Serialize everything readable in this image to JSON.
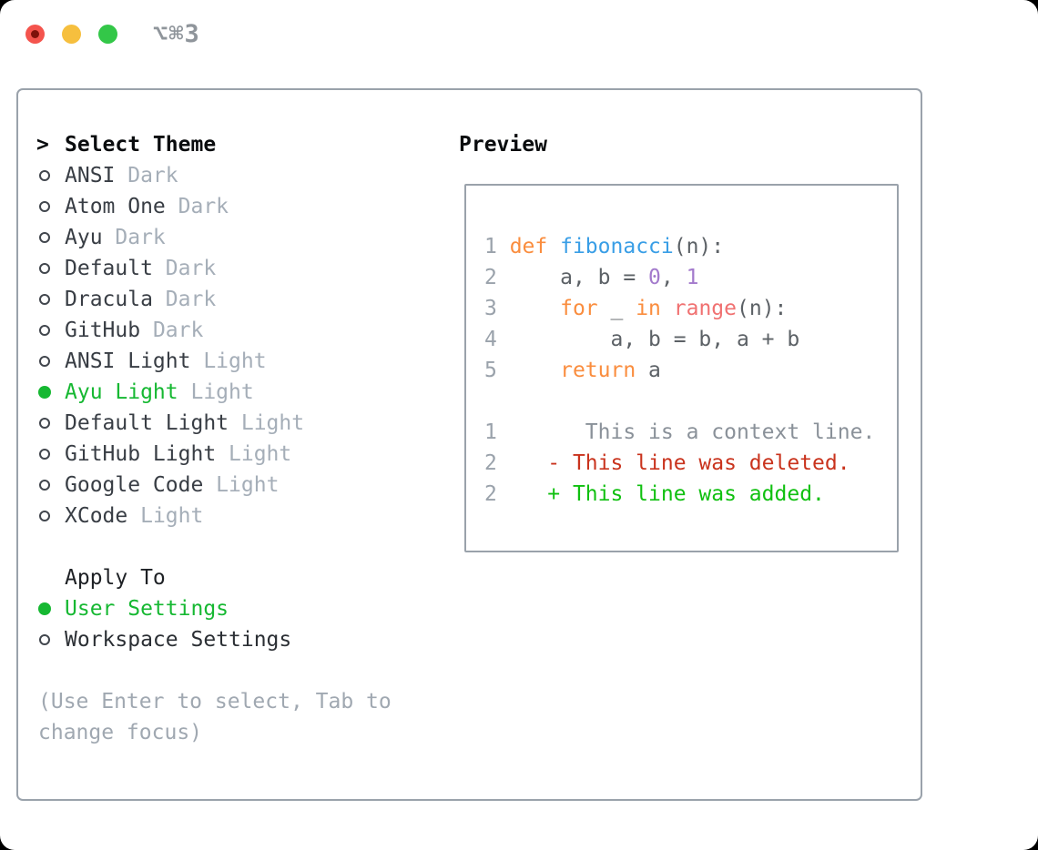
{
  "window": {
    "title": "⌥⌘3",
    "traffic_lights": [
      {
        "name": "close",
        "color": "#f4544d"
      },
      {
        "name": "minimize",
        "color": "#f6bf3e"
      },
      {
        "name": "zoom",
        "color": "#33c748"
      }
    ]
  },
  "theme_panel": {
    "prompt": ">",
    "header": "Select Theme",
    "items": [
      {
        "name": "ANSI",
        "variant": "Dark",
        "selected": false
      },
      {
        "name": "Atom One",
        "variant": "Dark",
        "selected": false
      },
      {
        "name": "Ayu",
        "variant": "Dark",
        "selected": false
      },
      {
        "name": "Default",
        "variant": "Dark",
        "selected": false
      },
      {
        "name": "Dracula",
        "variant": "Dark",
        "selected": false
      },
      {
        "name": "GitHub",
        "variant": "Dark",
        "selected": false
      },
      {
        "name": "ANSI Light",
        "variant": "Light",
        "selected": false
      },
      {
        "name": "Ayu Light",
        "variant": "Light",
        "selected": true
      },
      {
        "name": "Default Light",
        "variant": "Light",
        "selected": false
      },
      {
        "name": "GitHub Light",
        "variant": "Light",
        "selected": false
      },
      {
        "name": "Google Code",
        "variant": "Light",
        "selected": false
      },
      {
        "name": "XCode",
        "variant": "Light",
        "selected": false
      }
    ]
  },
  "apply_panel": {
    "header": "Apply To",
    "options": [
      {
        "name": "User Settings",
        "selected": true
      },
      {
        "name": "Workspace Settings",
        "selected": false
      }
    ]
  },
  "help_text": "(Use Enter to select, Tab to\nchange focus)",
  "preview": {
    "header": "Preview",
    "code_lines": [
      {
        "num": "1",
        "tokens": [
          [
            "def",
            "keyword"
          ],
          [
            " ",
            "plain"
          ],
          [
            "fibonacci",
            "function"
          ],
          [
            "(n):",
            "plain"
          ]
        ]
      },
      {
        "num": "2",
        "tokens": [
          [
            "    a, b = ",
            "plain"
          ],
          [
            "0",
            "number"
          ],
          [
            ", ",
            "plain"
          ],
          [
            "1",
            "number"
          ]
        ]
      },
      {
        "num": "3",
        "tokens": [
          [
            "    ",
            "plain"
          ],
          [
            "for",
            "keyword"
          ],
          [
            " _ ",
            "plain"
          ],
          [
            "in",
            "keyword"
          ],
          [
            " ",
            "plain"
          ],
          [
            "range",
            "builtin"
          ],
          [
            "(n):",
            "plain"
          ]
        ]
      },
      {
        "num": "4",
        "tokens": [
          [
            "        a, b = b, a + b",
            "plain"
          ]
        ]
      },
      {
        "num": "5",
        "tokens": [
          [
            "    ",
            "plain"
          ],
          [
            "return",
            "keyword"
          ],
          [
            " a",
            "plain"
          ]
        ]
      },
      {
        "num": "",
        "tokens": []
      },
      {
        "num": "1",
        "tokens": [
          [
            "      This is a context line.",
            "context"
          ]
        ]
      },
      {
        "num": "2",
        "tokens": [
          [
            "   - This line was deleted.",
            "deleted"
          ]
        ]
      },
      {
        "num": "2",
        "tokens": [
          [
            "   + This line was added.",
            "added"
          ]
        ]
      }
    ]
  },
  "colors": {
    "accent_green": "#16b832",
    "keyword_orange": "#fa8d3e",
    "function_blue": "#399ee6",
    "number_purple": "#a37acc",
    "builtin_red": "#f07171",
    "plain_code": "#5c6166",
    "context_gray": "#8a9199",
    "deleted_red": "#c9331d",
    "added_green": "#10c010",
    "border_gray": "#9aa2ab"
  }
}
